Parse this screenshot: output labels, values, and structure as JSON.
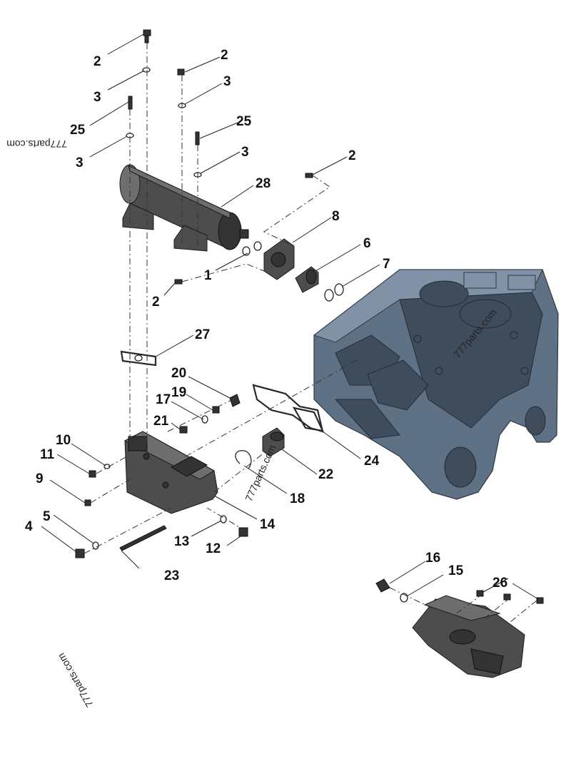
{
  "diagram": {
    "callouts": [
      "1",
      "2",
      "3",
      "4",
      "5",
      "6",
      "7",
      "8",
      "9",
      "10",
      "11",
      "12",
      "13",
      "14",
      "15",
      "16",
      "17",
      "18",
      "19",
      "20",
      "21",
      "22",
      "23",
      "24",
      "25",
      "26",
      "27",
      "28"
    ],
    "watermark": "777parts.com"
  },
  "colors": {
    "engine_block": "#5f7185",
    "parts": "#4d4d4d",
    "text": "#111111",
    "background": "#ffffff"
  }
}
